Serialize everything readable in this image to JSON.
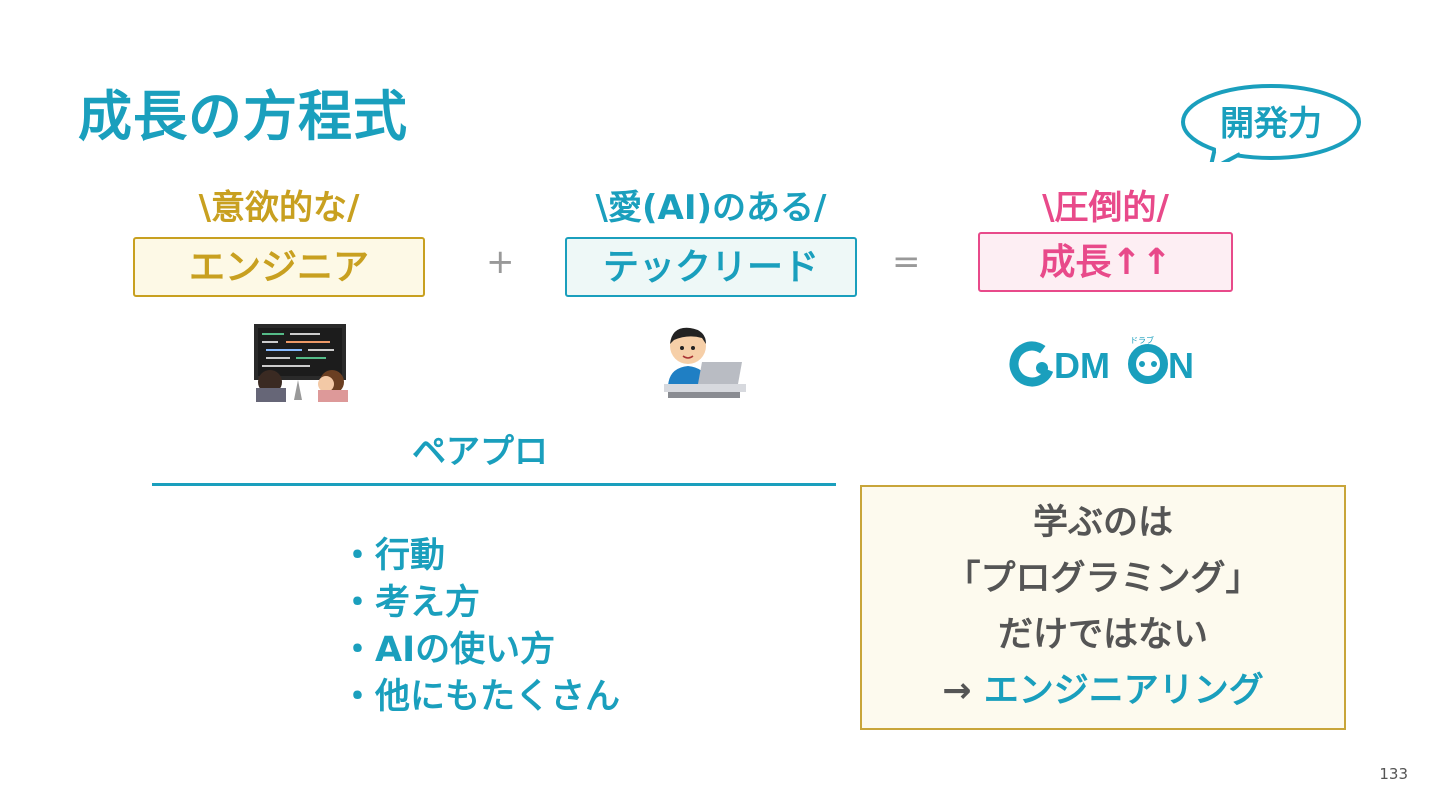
{
  "slide": {
    "title": "成長の方程式",
    "bubble": "開発力",
    "page_number": "133"
  },
  "equation": {
    "engineer": {
      "tag": "\\意欲的な/",
      "label": "エンジニア",
      "color": "#c8a020"
    },
    "plus": "+",
    "lead": {
      "tag": "\\愛(AI)のある/",
      "label": "テックリード",
      "color": "#1a9fbd"
    },
    "equals": "=",
    "growth": {
      "tag": "\\圧倒的/",
      "label": "成長↑↑",
      "color": "#e84a8a"
    }
  },
  "logo": {
    "text": "C●DMON",
    "small": "ドラブ"
  },
  "pair": {
    "heading": "ペアプロ",
    "bullets": [
      "・行動",
      "・考え方",
      "・AIの使い方",
      "・他にもたくさん"
    ]
  },
  "learn_box": {
    "line1": "学ぶのは",
    "line2": "「プログラミング」",
    "line3": "だけではない",
    "arrow": "→ ",
    "line4": "エンジニアリング"
  }
}
